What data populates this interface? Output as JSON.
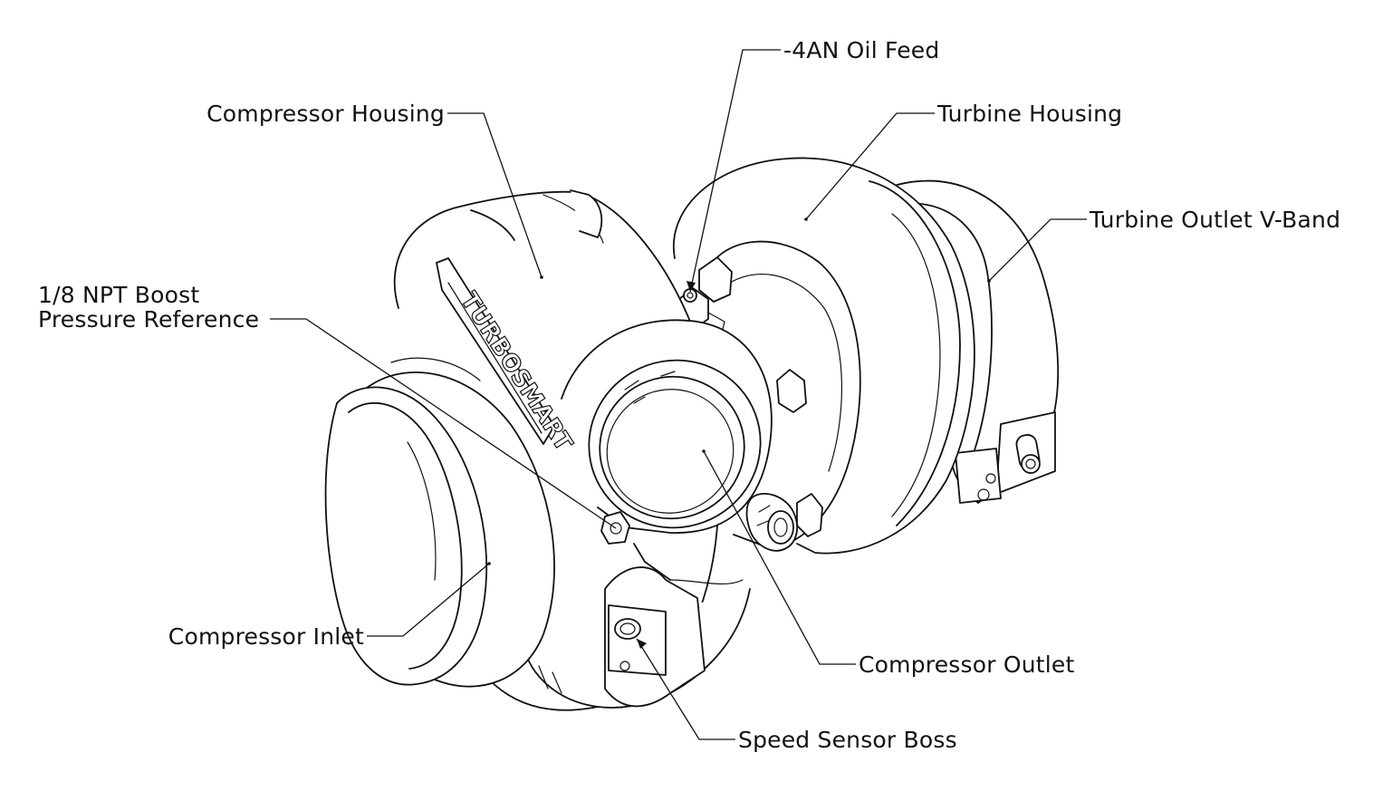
{
  "diagram": {
    "brand_text": "TURBOSMART",
    "labels": {
      "oil_feed": "-4AN Oil Feed",
      "compressor_housing": "Compressor Housing",
      "turbine_housing": "Turbine Housing",
      "turbine_outlet_vband": "Turbine Outlet V-Band",
      "boost_ref_line1": "1/8 NPT Boost",
      "boost_ref_line2": "Pressure Reference",
      "compressor_inlet": "Compressor Inlet",
      "compressor_outlet": "Compressor Outlet",
      "speed_sensor_boss": "Speed Sensor Boss"
    }
  }
}
